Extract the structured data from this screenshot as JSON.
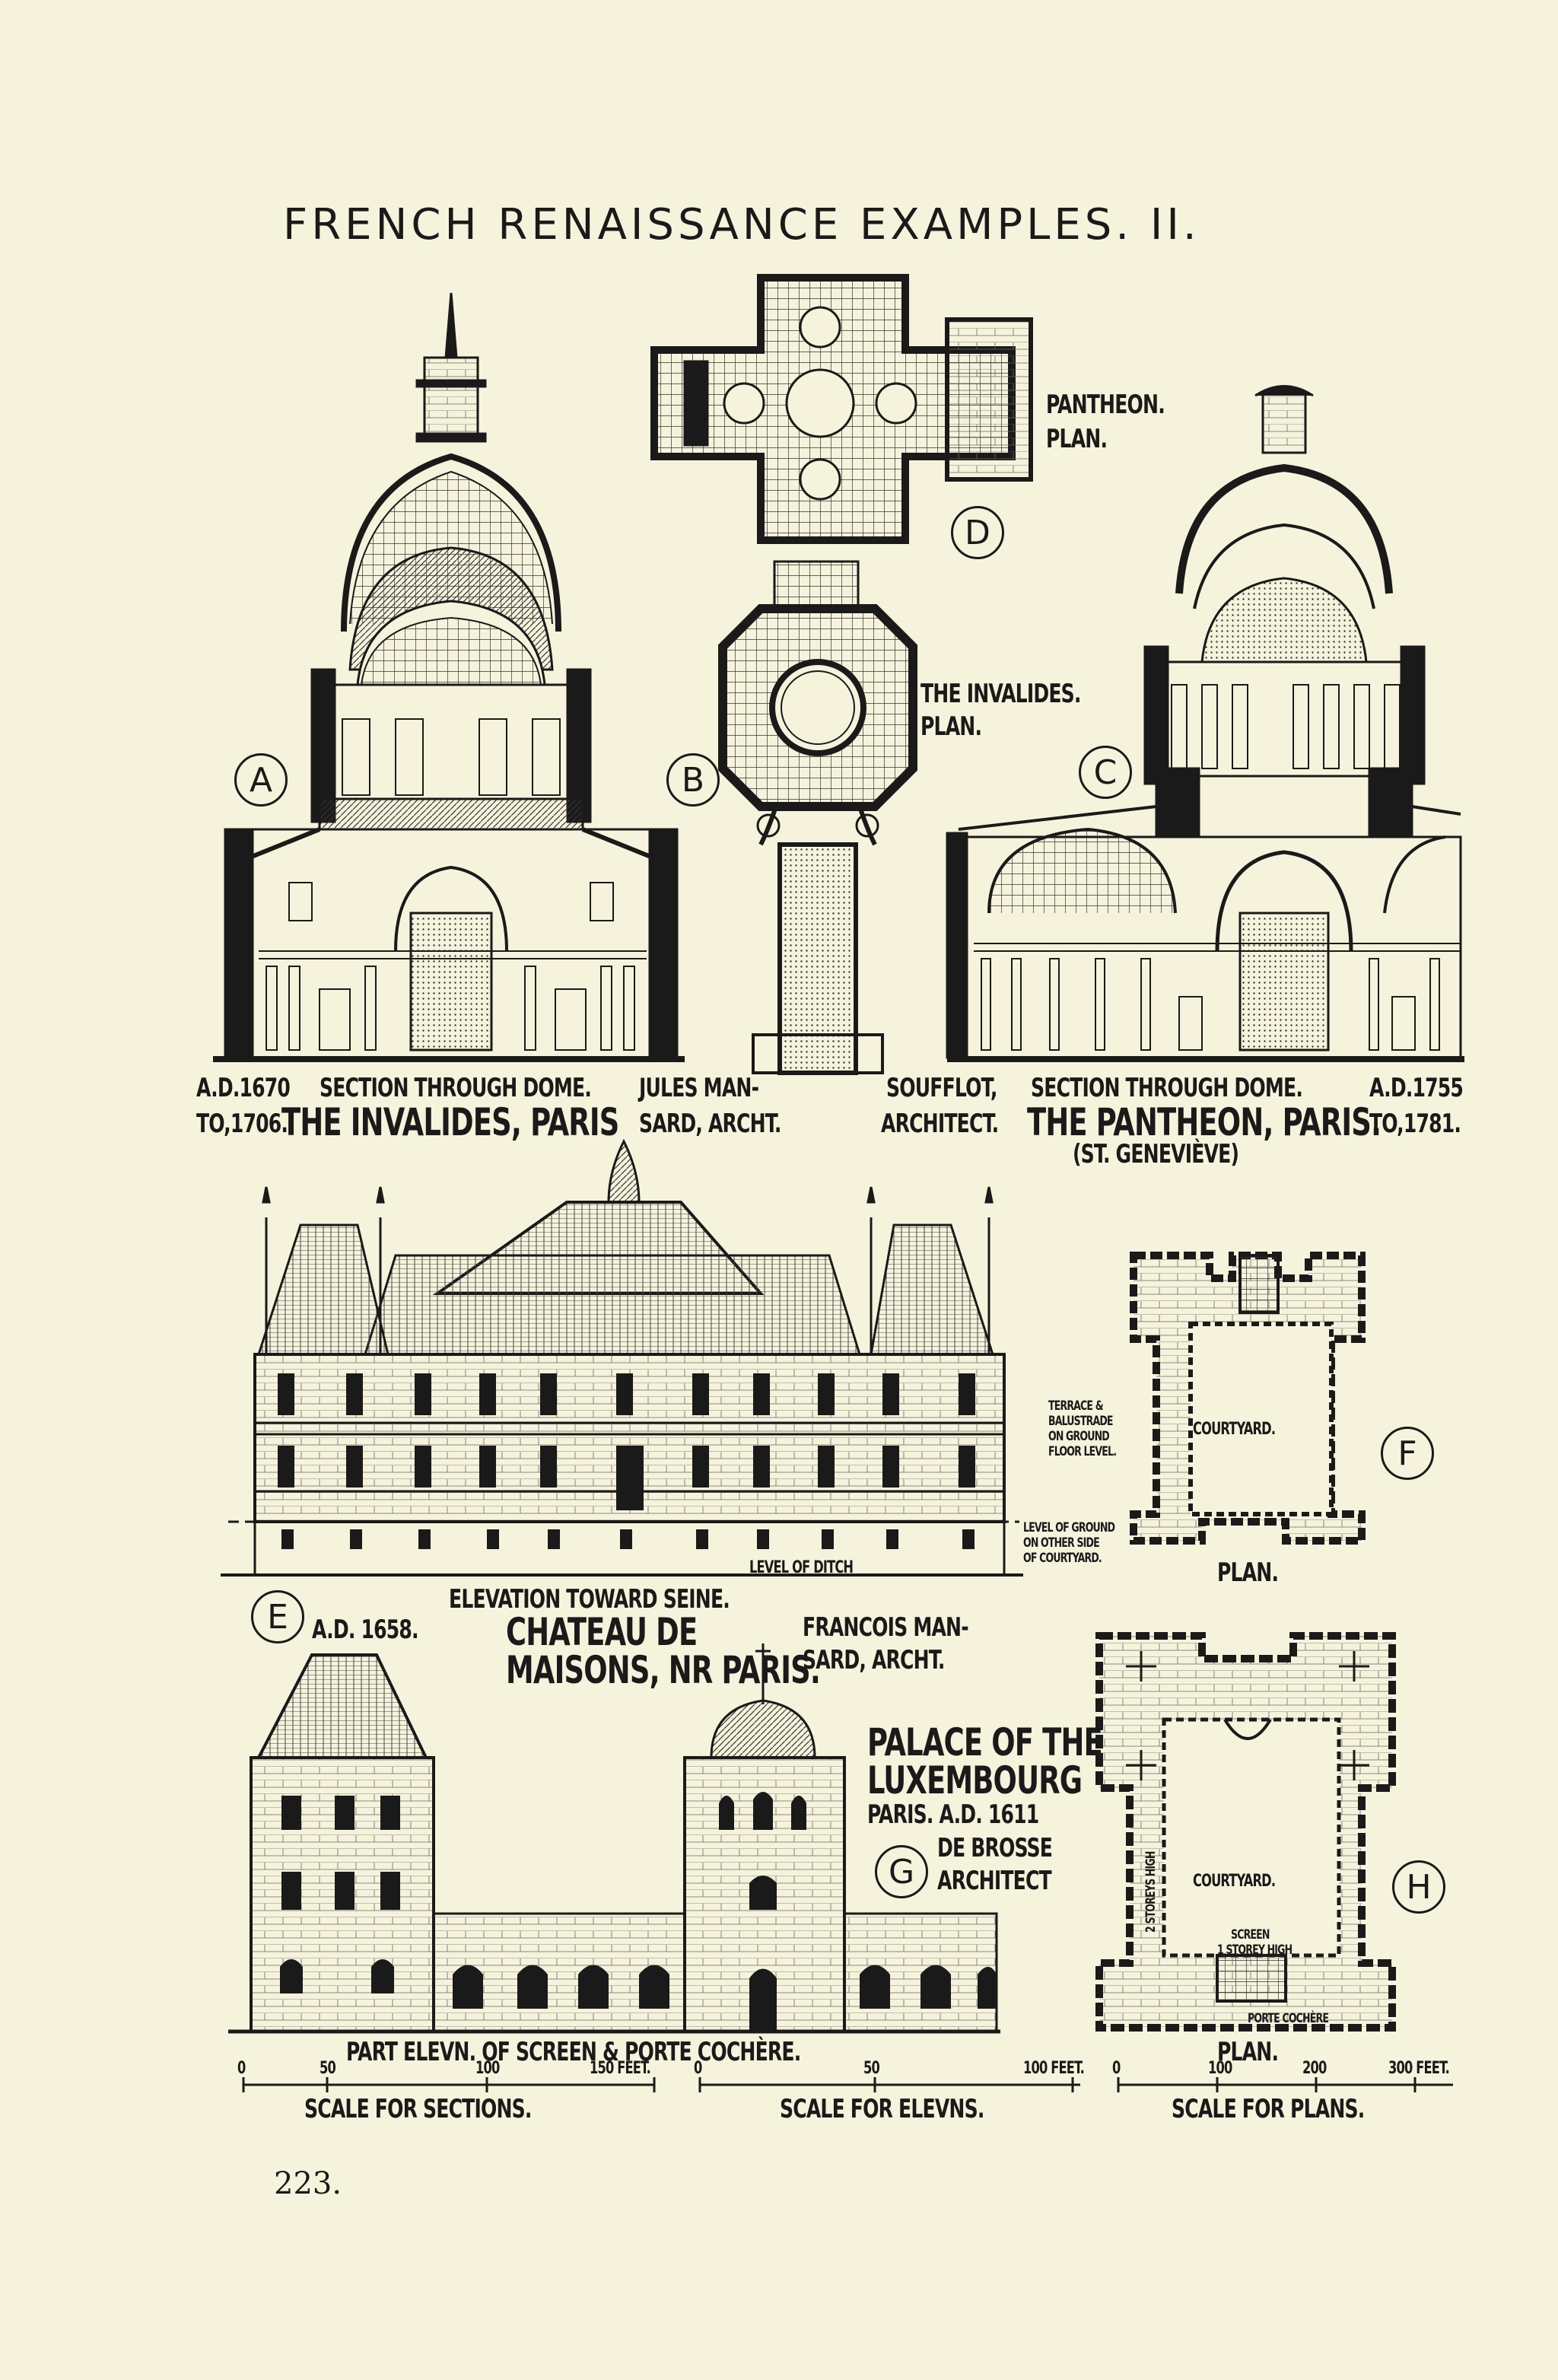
{
  "title": "FRENCH RENAISSANCE EXAMPLES. II.",
  "page_number": "223.",
  "figure_letters": {
    "a": "A",
    "b": "B",
    "c": "C",
    "d": "D",
    "e": "E",
    "f": "F",
    "g": "G",
    "h": "H"
  },
  "pantheon_plan": {
    "line1": "PANTHEON.",
    "line2": "PLAN."
  },
  "invalides_plan": {
    "line1": "THE INVALIDES.",
    "line2": "PLAN."
  },
  "invalides_caption": {
    "date_top": "A.D.1670",
    "date_bottom": "TO,1706.",
    "subtitle": "SECTION THROUGH DOME.",
    "name": "THE INVALIDES, PARIS",
    "architect_top": "JULES MAN-",
    "architect_bottom": "SARD, ARCHT."
  },
  "pantheon_caption": {
    "architect_top": "SOUFFLOT,",
    "architect_bottom": "ARCHITECT.",
    "subtitle": "SECTION THROUGH DOME.",
    "name": "THE PANTHEON, PARIS.",
    "date_top": "A.D.1755",
    "date_bottom": "TO,1781.",
    "alt_name": "(ST. GENEVIÈVE)"
  },
  "chateau": {
    "level_label": "LEVEL OF DITCH",
    "elevation": "ELEVATION TOWARD SEINE.",
    "date": "A.D. 1658.",
    "name_line1": "CHATEAU DE",
    "name_line2": "MAISONS, NR PARIS.",
    "architect_line1": "FRANCOIS MAN-",
    "architect_line2": "SARD, ARCHT."
  },
  "chateau_plan": {
    "terrace_note": [
      "TERRACE &",
      "BALUSTRADE",
      "ON GROUND",
      "FLOOR LEVEL."
    ],
    "courtyard": "COURTYARD.",
    "level_note": [
      "LEVEL OF GROUND",
      "ON OTHER SIDE",
      "OF COURTYARD."
    ],
    "plan": "PLAN."
  },
  "luxembourg": {
    "line1": "PALACE OF THE",
    "line2": "LUXEMBOURG",
    "line3": "PARIS.  A.D. 1611",
    "line4": "DE BROSSE",
    "line5": "ARCHITECT",
    "elevation": "PART ELEVN. OF SCREEN & PORTE COCHÈRE."
  },
  "luxembourg_plan": {
    "courtyard": "COURTYARD.",
    "storeys": "2 STOREYS HIGH",
    "screen_line1": "SCREEN",
    "screen_line2": "1 STOREY HIGH",
    "porte": "PORTE COCHÈRE",
    "plan": "PLAN."
  },
  "scales": {
    "sections": {
      "ticks": [
        "0",
        "50",
        "100",
        "150 FEET."
      ],
      "label": "SCALE FOR SECTIONS."
    },
    "elevations": {
      "ticks": [
        "0",
        "50",
        "100 FEET."
      ],
      "label": "SCALE FOR ELEVNS."
    },
    "plans": {
      "ticks": [
        "0",
        "100",
        "200",
        "300 FEET."
      ],
      "label": "SCALE FOR PLANS."
    }
  }
}
